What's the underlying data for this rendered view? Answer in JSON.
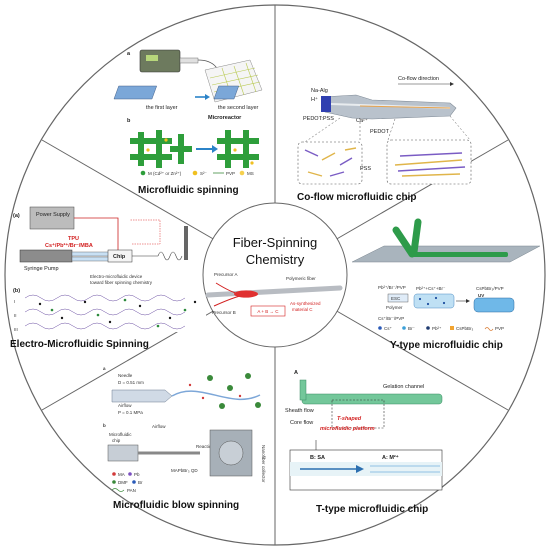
{
  "center": {
    "title_line1": "Fiber-Spinning",
    "title_line2": "Chemistry",
    "precursor_a": "Precursor A",
    "precursor_b": "Precursor B",
    "polymeric_fiber": "Polymeric fiber",
    "reaction": "A + B → C",
    "as_synth_1": "As-synthesized",
    "as_synth_2": "material C"
  },
  "segments": {
    "top_left": {
      "title": "Microfluidic spinning",
      "a": "a",
      "b": "b",
      "first_layer": "the first layer",
      "second_layer": "the second layer",
      "microreactor": "Microreactor",
      "legend_m": "M (Cd²⁺ or Zn²⁺)",
      "legend_s": "S²⁻",
      "legend_pvp": "PVP",
      "legend_ms": "MS"
    },
    "top_right": {
      "title": "Co-flow microfluidic chip",
      "na_alg": "Na-Alg",
      "h_plus": "H⁺",
      "ca": "Ca²⁺",
      "pedot_pss": "PEDOT:PSS",
      "co_flow_dir": "Co-flow direction",
      "pedot": "PEDOT",
      "pss": "PSS"
    },
    "left": {
      "title": "Electro-Microfluidic Spinning",
      "a": "(a)",
      "b": "(b)",
      "power_supply": "Power Supply",
      "tpu": "TPU",
      "ions": "Cs⁺/Pb²⁺/Br⁻/MBA",
      "syringe_pump": "Syringe Pump",
      "chip": "Chip",
      "device_1": "Electro-microfluidic device",
      "device_2": "toward fiber spinning chemistry",
      "roman_1": "I",
      "roman_2": "II",
      "roman_3": "III"
    },
    "right": {
      "title": "Y-type microfluidic chip",
      "precursors": "Pb²⁺/Br⁻/PVP",
      "esc": "ESC",
      "polymer": "Polymer",
      "ions": "Pb²⁺+Cs⁺+Br⁻",
      "product": "CsPbBr₃/PVP",
      "uv": "UV",
      "cs_br_pvp": "Cs⁺/Br⁻/PVP",
      "leg_cs": "Cs⁺",
      "leg_br": "Br⁻",
      "leg_pb": "Pb²⁺",
      "leg_cspbbr3": "CsPbBr₃",
      "leg_pvp": "PVP"
    },
    "bottom_left": {
      "title": "Microfluidic blow spinning",
      "a": "a",
      "b": "b",
      "needle": "Needle",
      "d": "D = 0.51 mm",
      "airflow": "Airflow",
      "p": "P = 0.1 MPa",
      "airflow2": "Airflow",
      "microfluidic": "Microfluidic",
      "chip": "chip",
      "reaction_zone": "Reaction zone",
      "collector": "Nanofiber collector",
      "mapbbr3": "MAPbBr₃ QD",
      "leg_ma": "MA",
      "leg_pb": "Pb",
      "leg_dmf": "DMF",
      "leg_br": "Br",
      "leg_pan": "PAN"
    },
    "bottom_right": {
      "title": "T-type microfluidic chip",
      "a_top": "A",
      "gelation": "Gelation channel",
      "sheath": "Sheath flow",
      "core": "Core flow",
      "platform_1": "T-shaped",
      "platform_2": "microfluidic platform",
      "b_sa": "B: SA",
      "a_m": "A: M²⁺"
    }
  }
}
